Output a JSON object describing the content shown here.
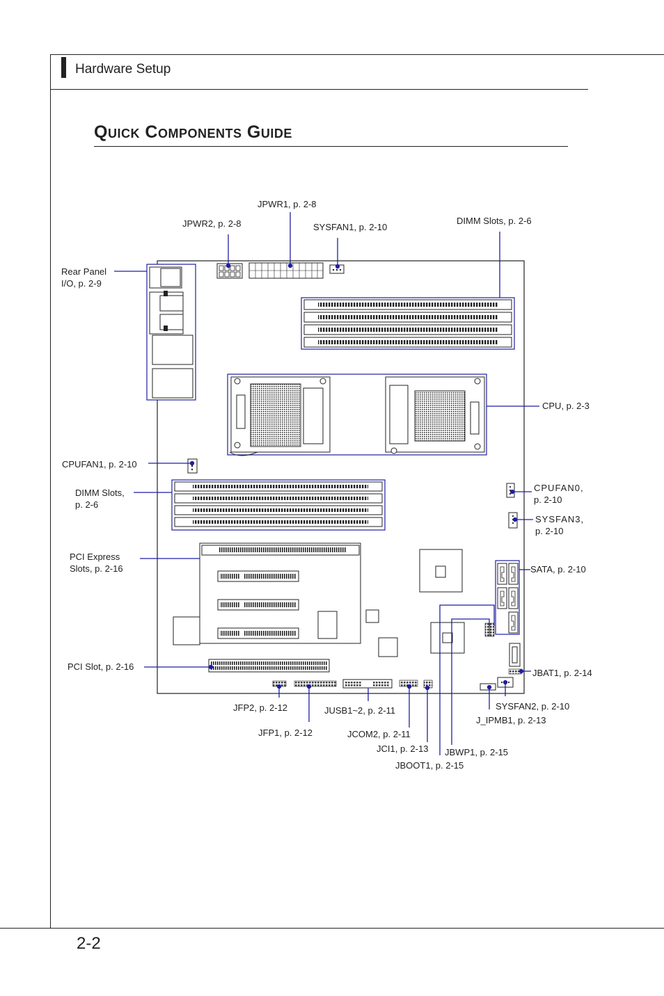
{
  "header": {
    "section": "Hardware Setup"
  },
  "page": {
    "title": "Quick Components Guide",
    "number": "2-2"
  },
  "colors": {
    "callout": "#1f1fa3",
    "board": "#222222"
  },
  "labels": {
    "jpwr1": "JPWR1, p. 2-8",
    "jpwr2": "JPWR2, p. 2-8",
    "sysfan1": "SYSFAN1, p. 2-10",
    "dimm_top": "DIMM Slots, p. 2-6",
    "rear_panel_1": "Rear Panel",
    "rear_panel_2": "I/O, p. 2-9",
    "cpu": "CPU, p. 2-3",
    "cpufan1": "CPUFAN1, p. 2-10",
    "dimm_left_1": "DIMM Slots,",
    "dimm_left_2": "p. 2-6",
    "cpufan0_1": "CPUFAN0,",
    "cpufan0_2": "p. 2-10",
    "sysfan3_1": "SYSFAN3,",
    "sysfan3_2": "p. 2-10",
    "pcie_1": "PCI Express",
    "pcie_2": "Slots, p. 2-16",
    "sata": "SATA, p. 2-10",
    "pci": "PCI Slot, p. 2-16",
    "jbat1": "JBAT1, p. 2-14",
    "jfp2": "JFP2, p. 2-12",
    "jusb": "JUSB1~2, p. 2-11",
    "sysfan2": "SYSFAN2, p. 2-10",
    "jipmb1": "J_IPMB1, p. 2-13",
    "jfp1": "JFP1, p. 2-12",
    "jcom2": "JCOM2, p. 2-11",
    "jci1": "JCI1, p. 2-13",
    "jbwp1": "JBWP1, p. 2-15",
    "jboot1": "JBOOT1, p. 2-15"
  }
}
